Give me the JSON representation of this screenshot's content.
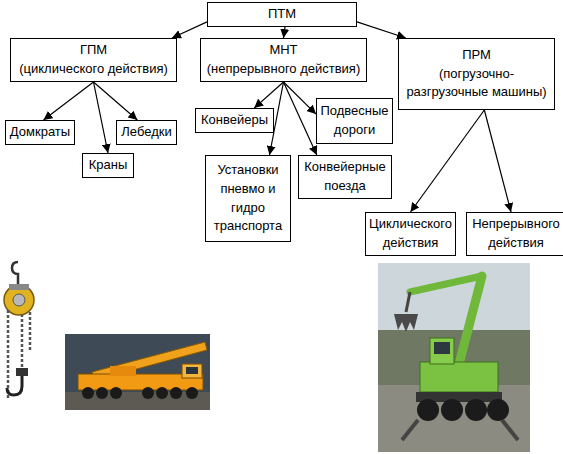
{
  "diagram": {
    "nodes": [
      {
        "text": [
          "ПТМ"
        ]
      },
      {
        "text": [
          "ГПМ",
          "(циклического действия)"
        ]
      },
      {
        "text": [
          "МНТ",
          "(непрерывного действия)"
        ]
      },
      {
        "text": [
          "ПРМ",
          "(погрузочно-разгрузочные машины)"
        ]
      },
      {
        "text": [
          "Домкраты"
        ]
      },
      {
        "text": [
          "Краны"
        ]
      },
      {
        "text": [
          "Лебедки"
        ]
      },
      {
        "text": [
          "Конвейеры"
        ]
      },
      {
        "text": [
          "Установки пневмо и гидро транспорта"
        ]
      },
      {
        "text": [
          "Конвейерные поезда"
        ]
      },
      {
        "text": [
          "Подвесные дороги"
        ]
      },
      {
        "text": [
          "Циклического действия"
        ]
      },
      {
        "text": [
          "Непрерывного действия"
        ]
      }
    ],
    "edges": [
      {
        "from": 0,
        "to": 1,
        "arrow": "to"
      },
      {
        "from": 0,
        "to": 2,
        "arrow": "to"
      },
      {
        "from": 0,
        "to": 3,
        "arrow": "to"
      },
      {
        "from": 1,
        "to": 4,
        "arrow": "to"
      },
      {
        "from": 1,
        "to": 5,
        "arrow": "to"
      },
      {
        "from": 1,
        "to": 6,
        "arrow": "to"
      },
      {
        "from": 2,
        "to": 7,
        "arrow": "to"
      },
      {
        "from": 2,
        "to": 8,
        "arrow": "to"
      },
      {
        "from": 2,
        "to": 9,
        "arrow": "to"
      },
      {
        "from": 2,
        "to": 10,
        "arrow": "to"
      },
      {
        "from": 3,
        "to": 11,
        "arrow": "to"
      },
      {
        "from": 3,
        "to": 12,
        "arrow": "to"
      }
    ]
  }
}
